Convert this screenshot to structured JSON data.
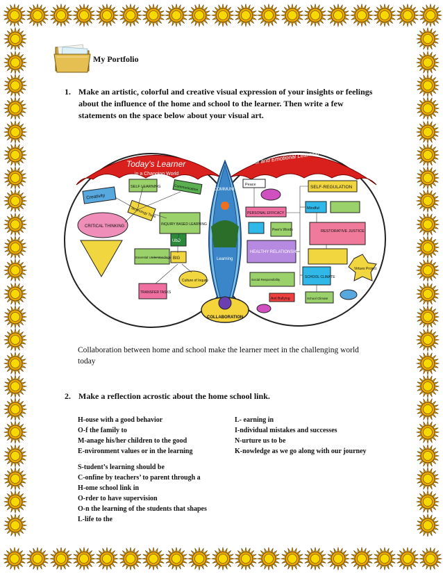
{
  "header": {
    "title": "My Portfolio",
    "icon": "folder-icon"
  },
  "question1": {
    "number": "1.",
    "lines": [
      "Make an artistic, colorful and creative visual expression of your insights or feelings",
      "about the influence of the home and school to the learner. Then write a few",
      "statements on the space below about your visual art."
    ]
  },
  "artwork": {
    "left_circle_title": "Today's Learner",
    "left_circle_subtitle": "in a Changing World",
    "right_circle_title": "Social and Emotional Learning",
    "left_labels": [
      "Creativity",
      "SELF LEARNING",
      "Communication",
      "Technology Tools",
      "CRITICAL THINKING",
      "INQUIRY BASED LEARNING",
      "Essential Understandings",
      "UbD",
      "TRANSFER TASKS",
      "Culture of Inquiry",
      "BIG"
    ],
    "center_labels": [
      "COMMUNITY",
      "Learning",
      "COLLABORATION"
    ],
    "right_labels": [
      "Peace",
      "SELF-REGULATION",
      "Mindful",
      "PERSONAL EFFICACY",
      "Peer's Words",
      "RESTORATIVE JUSTICE",
      "HEALTHY RELATIONSHIPS",
      "SCHOOL CLIMATE",
      "Virtues Project",
      "Social Responsibility",
      "Anti Bullying",
      "School Climate"
    ]
  },
  "caption": {
    "lines": [
      "Collaboration between home and school make the learner meet in the challenging world",
      "today"
    ]
  },
  "question2": {
    "number": "2.",
    "text": "Make a reflection acrostic about the home school link."
  },
  "acrostic_home": [
    "H-ouse with a good behavior",
    "O-f the family to",
    "M-anage his/her children to the good",
    "E-nvironment values or in the learning"
  ],
  "acrostic_school": [
    "S-tudent’s learning should be",
    "C-onfine by teachers’ to parent through a",
    "H-ome school link in",
    "O-rder to have supervision",
    "O-n the learning of the students that shapes",
    "L-life to the"
  ],
  "acrostic_link": [
    "L- earning in",
    "I-ndividual mistakes and successes",
    "N-urture us to be",
    "K-nowledge as we go along with our journey"
  ],
  "colors": {
    "sun_outer": "#e8a400",
    "sun_inner": "#f7d800",
    "sun_outline": "#5a3a00",
    "umbrella_red": "#d9201c"
  }
}
